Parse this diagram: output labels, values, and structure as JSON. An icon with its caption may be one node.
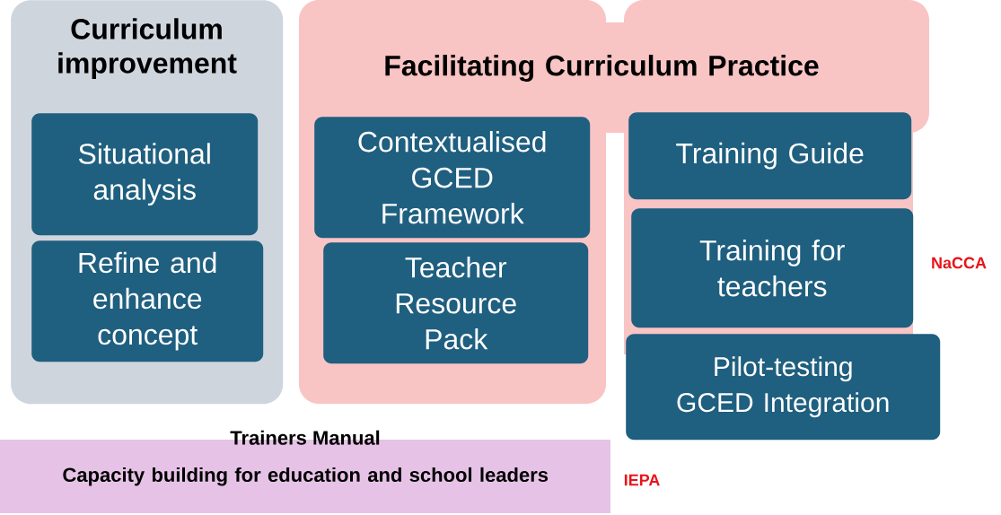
{
  "diagram": {
    "nodes": [
      {
        "text": [
          "Curriculum improvement"
        ]
      },
      {
        "text": [
          "Situational analysis"
        ],
        "in": 0
      },
      {
        "text": [
          "Refine and enhance concept"
        ],
        "in": 0
      },
      {
        "text": [
          "Facilitating Curriculum Practice"
        ]
      },
      {
        "text": [
          "Contextualised GCED Framework"
        ],
        "in": 3
      },
      {
        "text": [
          "Teacher Resource Pack"
        ],
        "in": 3
      },
      {
        "text": [
          "Training Guide"
        ],
        "in": 3
      },
      {
        "text": [
          "Training for teachers"
        ],
        "in": 3
      },
      {
        "text": [
          "Pilot-testing GCED Integration"
        ]
      },
      {
        "text": [
          "Trainers Manual",
          "Capacity building for education and school leaders"
        ]
      }
    ],
    "labels": [
      "NaCCA",
      "IEPA"
    ]
  }
}
